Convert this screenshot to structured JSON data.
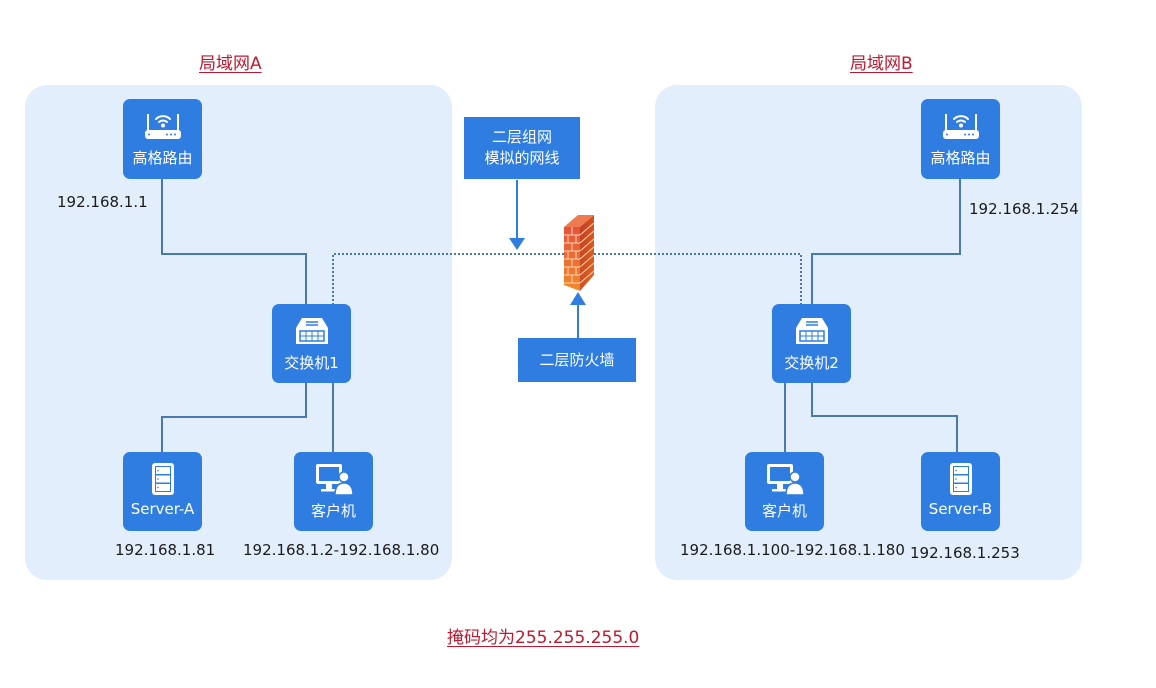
{
  "lan_a": {
    "title": "局域网A",
    "router": {
      "label": "高格路由",
      "ip": "192.168.1.1",
      "icon": "wifi-router-icon"
    },
    "switch": {
      "label": "交换机1",
      "icon": "switch-icon"
    },
    "server": {
      "label": "Server-A",
      "ip": "192.168.1.81",
      "icon": "server-icon"
    },
    "client": {
      "label": "客户机",
      "ip": "192.168.1.2-192.168.1.80",
      "icon": "computer-user-icon"
    }
  },
  "lan_b": {
    "title": "局域网B",
    "router": {
      "label": "高格路由",
      "ip": "192.168.1.254",
      "icon": "wifi-router-icon"
    },
    "switch": {
      "label": "交换机2",
      "icon": "switch-icon"
    },
    "client": {
      "label": "客户机",
      "ip": "192.168.1.100-192.168.1.180",
      "icon": "computer-user-icon"
    },
    "server": {
      "label": "Server-B",
      "ip": "192.168.1.253",
      "icon": "server-icon"
    }
  },
  "middle": {
    "cable_callout": {
      "line1": "二层组网",
      "line2": "模拟的网线"
    },
    "firewall_callout": {
      "label": "二层防火墙"
    },
    "firewall_icon": "brick-firewall-icon"
  },
  "footer": {
    "note": "掩码均为255.255.255.0"
  },
  "colors": {
    "node_blue": "#2f7de1",
    "lan_background": "#e2eefb",
    "wire": "#4a78b0",
    "title_red": "#c0182f"
  }
}
